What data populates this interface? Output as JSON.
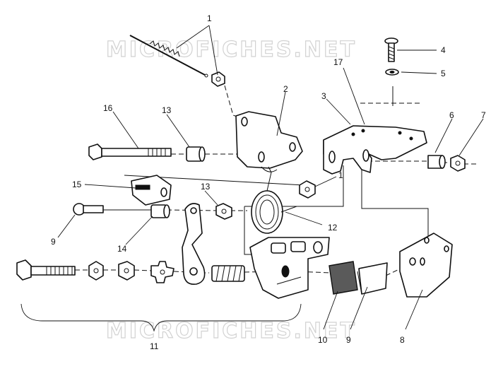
{
  "watermark": {
    "text": "MICROFICHES.NET"
  },
  "callouts": [
    "1",
    "2",
    "3",
    "4",
    "5",
    "6",
    "7",
    "8",
    "9",
    "10",
    "9",
    "11",
    "12",
    "13",
    "13",
    "14",
    "15",
    "16",
    "17",
    "1"
  ]
}
